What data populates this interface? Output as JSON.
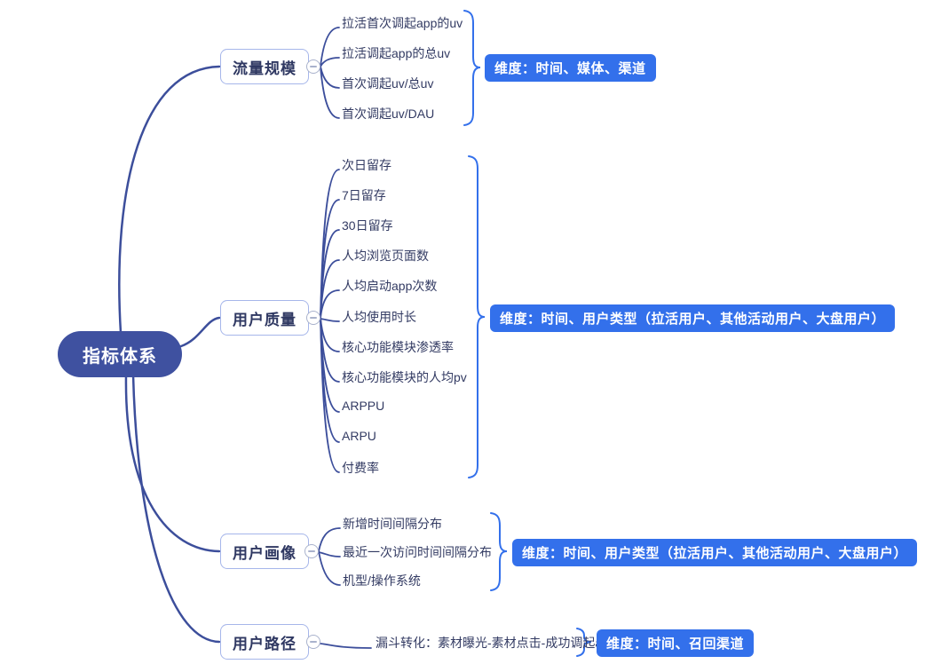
{
  "root": {
    "label": "指标体系"
  },
  "branches": [
    {
      "label": "流量规模",
      "children": [
        "拉活首次调起app的uv",
        "拉活调起app的总uv",
        "首次调起uv/总uv",
        "首次调起uv/DAU"
      ],
      "dimension": "维度：时间、媒体、渠道"
    },
    {
      "label": "用户质量",
      "children": [
        "次日留存",
        "7日留存",
        "30日留存",
        "人均浏览页面数",
        "人均启动app次数",
        "人均使用时长",
        "核心功能模块渗透率",
        "核心功能模块的人均pv",
        "ARPPU",
        "ARPU",
        "付费率"
      ],
      "dimension": "维度：时间、用户类型（拉活用户、其他活动用户、大盘用户）"
    },
    {
      "label": "用户画像",
      "children": [
        "新增时间间隔分布",
        "最近一次访问时间间隔分布",
        "机型/操作系统"
      ],
      "dimension": "维度：时间、用户类型（拉活用户、其他活动用户、大盘用户）"
    },
    {
      "label": "用户路径",
      "children": [
        "漏斗转化：素材曝光-素材点击-成功调起app"
      ],
      "dimension": "维度：时间、召回渠道"
    }
  ],
  "icons": {
    "collapse": "minus-icon"
  },
  "colors": {
    "background": "#FFFFFF",
    "root_fill": "#3F51A0",
    "root_text": "#FFFFFF",
    "branch_line": "#3C4E9B",
    "node_border": "#A6B6EA",
    "node_text": "#2F3862",
    "child_text": "#333B63",
    "summary_accent": "#3370EB",
    "dimension_label_text": "#FFFFFF",
    "collapse_border": "#A9B2CC"
  }
}
